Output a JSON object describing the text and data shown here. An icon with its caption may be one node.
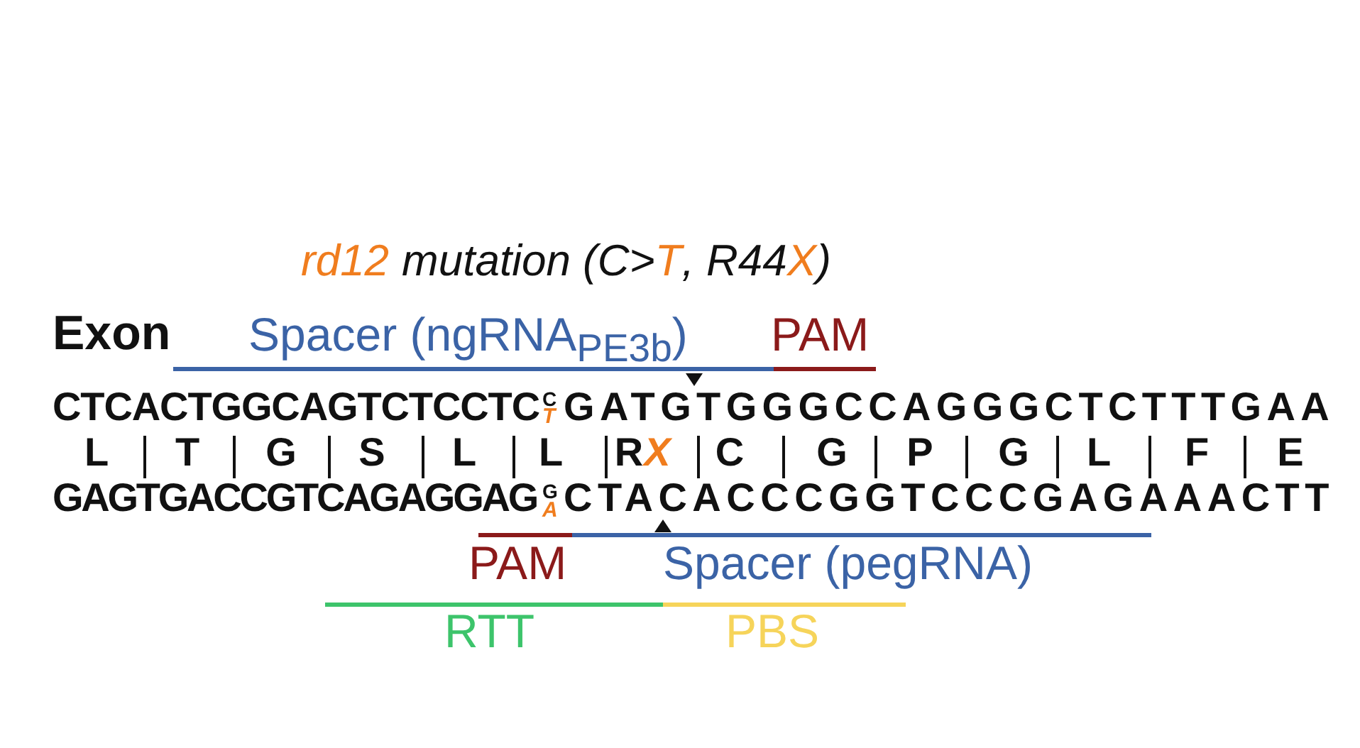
{
  "diagram": {
    "labels": [
      "rd12",
      "mutation (C>",
      "T",
      ", R44",
      "X",
      ")",
      "Exon",
      "Spacer (ngRNA$_{PE3b}$)",
      "PAM",
      "CTCACTGGCAGTCTCCTC",
      "C",
      "GATGTGGGCCAGGGCTCTTTGAA",
      "T",
      "L",
      "T",
      "G",
      "S",
      "L",
      "L",
      "R",
      "X",
      "C",
      "G",
      "P",
      "G",
      "L",
      "F",
      "E",
      "GAGTGACCGTCAGAGGAG",
      "G",
      "CTACACCCGGTCCCGAGAAACTT",
      "A",
      "PAM",
      "Spacer (pegRNA)",
      "RTT",
      "PBS"
    ]
  }
}
